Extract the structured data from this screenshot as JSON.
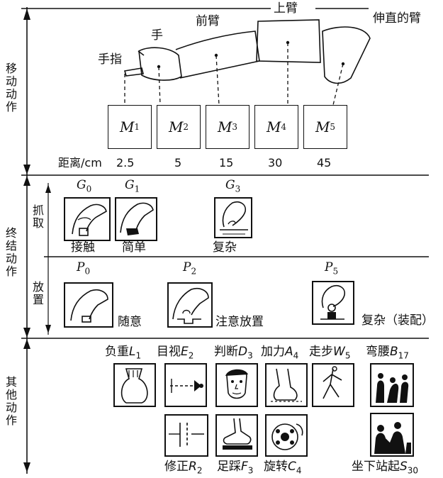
{
  "sections": {
    "move": "移动动作",
    "terminal": "终结动作",
    "grasp": "抓取",
    "place": "放置",
    "other": "其他动作"
  },
  "body_parts": {
    "finger": "手指",
    "hand": "手",
    "forearm": "前臂",
    "upper_arm": "上臂",
    "extended_arm": "伸直的臂"
  },
  "movements": [
    {
      "sym": "M",
      "sub": "1",
      "distance": "2.5"
    },
    {
      "sym": "M",
      "sub": "2",
      "distance": "5"
    },
    {
      "sym": "M",
      "sub": "3",
      "distance": "15"
    },
    {
      "sym": "M",
      "sub": "4",
      "distance": "30"
    },
    {
      "sym": "M",
      "sub": "5",
      "distance": "45"
    }
  ],
  "distance_label": "距离/cm",
  "grasp": [
    {
      "sym": "G",
      "sub": "0",
      "label": "接触"
    },
    {
      "sym": "G",
      "sub": "1",
      "label": "简单"
    },
    {
      "sym": "G",
      "sub": "3",
      "label": "复杂"
    }
  ],
  "place": [
    {
      "sym": "P",
      "sub": "0",
      "label": "随意"
    },
    {
      "sym": "P",
      "sub": "2",
      "label": "注意放置"
    },
    {
      "sym": "P",
      "sub": "5",
      "label": "复杂（装配）"
    }
  ],
  "other_top": [
    {
      "text": "负重",
      "sym": "L",
      "sub": "1"
    },
    {
      "text": "目视",
      "sym": "E",
      "sub": "2"
    },
    {
      "text": "判断",
      "sym": "D",
      "sub": "3"
    },
    {
      "text": "加力",
      "sym": "A",
      "sub": "4"
    },
    {
      "text": "走步",
      "sym": "W",
      "sub": "5"
    },
    {
      "text": "弯腰",
      "sym": "B",
      "sub": "17"
    }
  ],
  "other_bottom": [
    {
      "text": "修正",
      "sym": "R",
      "sub": "2"
    },
    {
      "text": "足踩",
      "sym": "F",
      "sub": "3"
    },
    {
      "text": "旋转",
      "sym": "C",
      "sub": "4"
    },
    {
      "text": "坐下站起",
      "sym": "S",
      "sub": "30"
    }
  ]
}
